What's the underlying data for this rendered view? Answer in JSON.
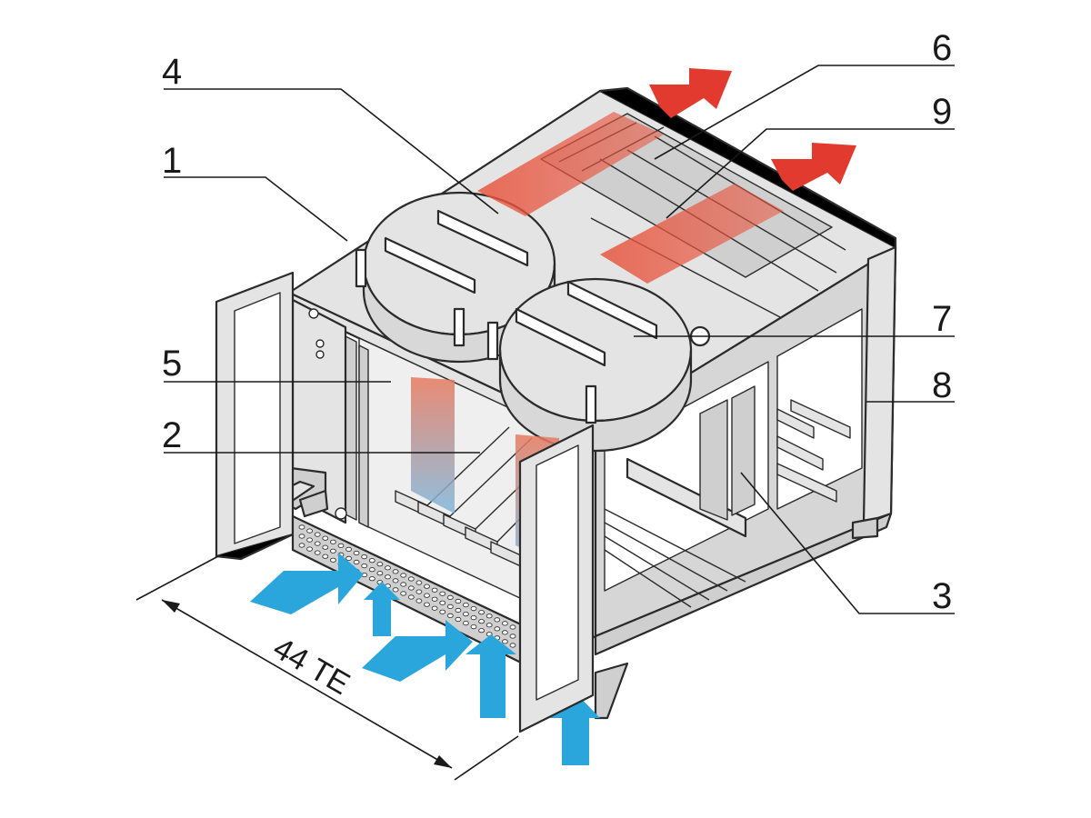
{
  "diagram": {
    "callouts": [
      {
        "label": "1"
      },
      {
        "label": "2"
      },
      {
        "label": "3"
      },
      {
        "label": "4"
      },
      {
        "label": "5"
      },
      {
        "label": "6"
      },
      {
        "label": "7"
      },
      {
        "label": "8"
      },
      {
        "label": "9"
      }
    ],
    "dimension_label": "44 TE",
    "colors": {
      "hot_air": "#e23a2e",
      "cold_air": "#2aa6dd",
      "housing": "#e4e4e4",
      "outline": "#2b2b2b"
    },
    "icons": [
      "fan-icon",
      "airflow-arrow-hot",
      "airflow-arrow-cold",
      "handle-icon"
    ]
  }
}
